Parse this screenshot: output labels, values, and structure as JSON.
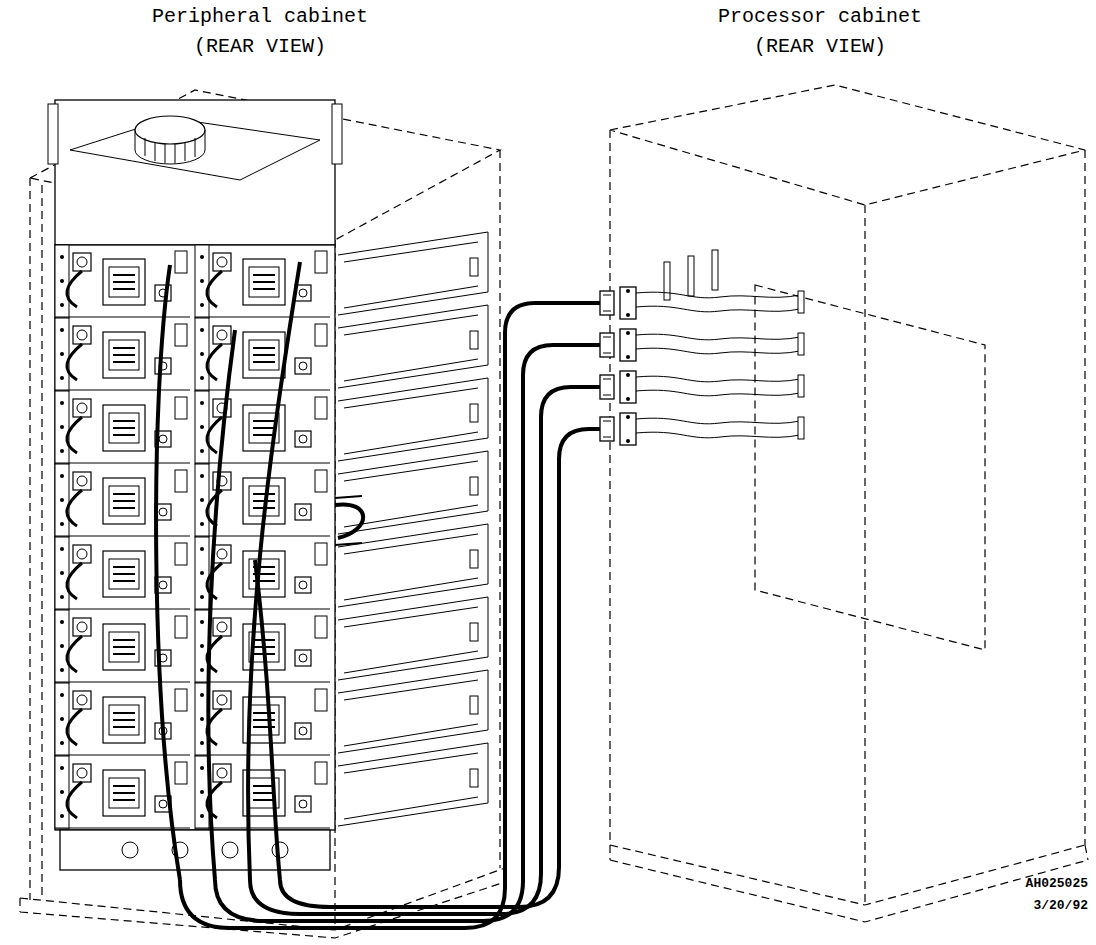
{
  "diagram": {
    "nodes": [
      {
        "text": [
          "Peripheral cabinet (REAR VIEW)"
        ]
      },
      {
        "text": [
          "Processor cabinet (REAR VIEW)"
        ]
      }
    ],
    "edges": [
      {
        "from": 0,
        "to": 1,
        "arrow": "none"
      },
      {
        "from": 0,
        "to": 1,
        "arrow": "none"
      },
      {
        "from": 0,
        "to": 1,
        "arrow": "none"
      },
      {
        "from": 0,
        "to": 1,
        "arrow": "none"
      }
    ],
    "labels": [
      "AH025025",
      "3/20/92"
    ]
  }
}
